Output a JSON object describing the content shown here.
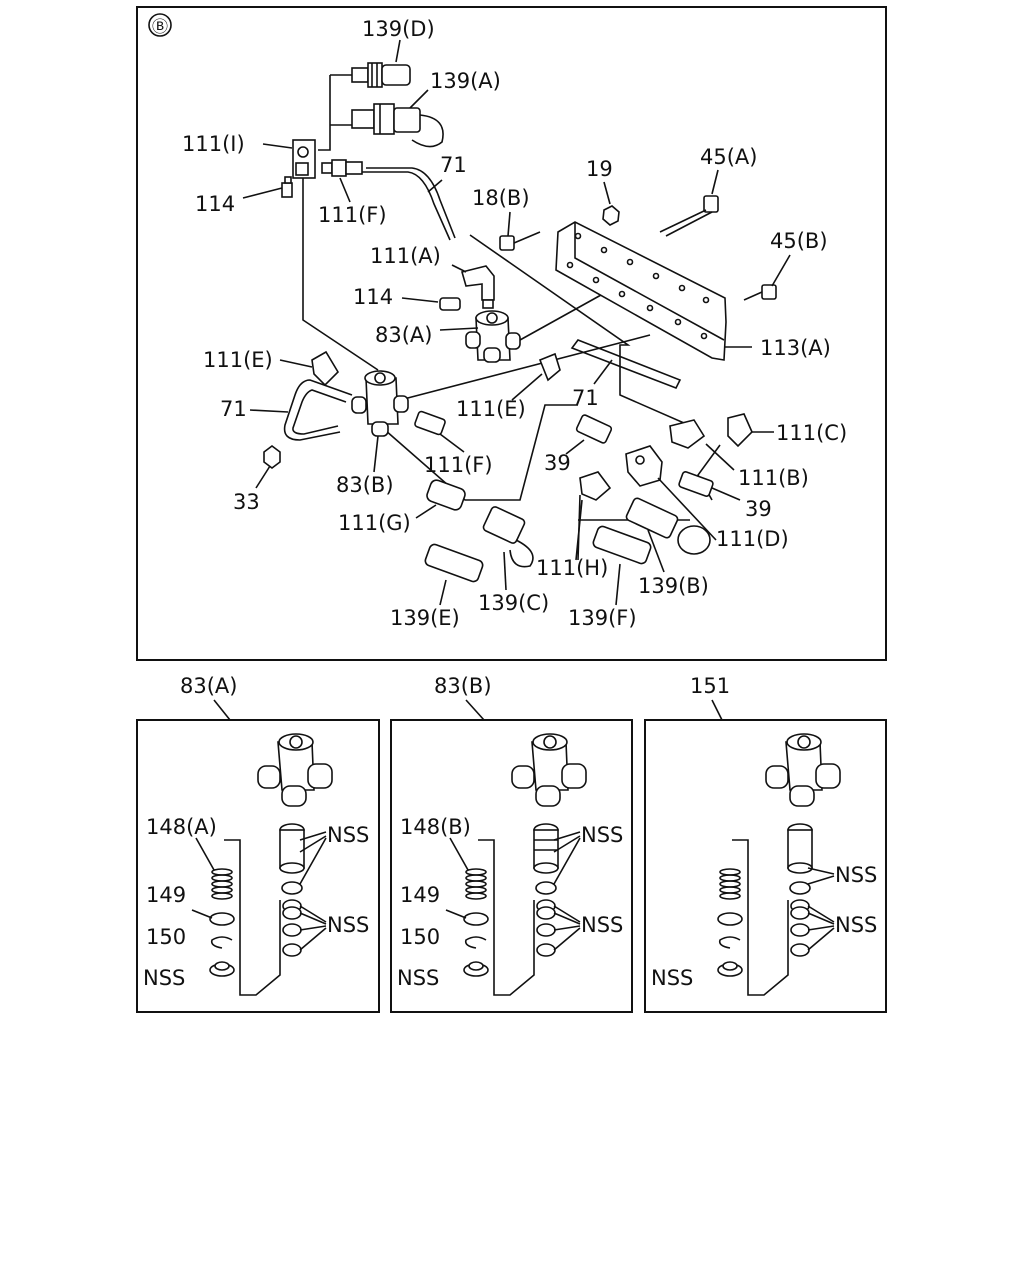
{
  "section_marker": "Ⓑ",
  "main": {
    "labels": {
      "139D": "139(D)",
      "139A": "139(A)",
      "111I": "111(I)",
      "114a": "114",
      "111Fa": "111(F)",
      "71a": "71",
      "19": "19",
      "45A": "45(A)",
      "18B": "18(B)",
      "111A": "111(A)",
      "45B": "45(B)",
      "114b": "114",
      "83A": "83(A)",
      "113A": "113(A)",
      "111Ea": "111(E)",
      "111Eb": "111(E)",
      "71b": "71",
      "71c": "71",
      "111C": "111(C)",
      "111Fb": "111(F)",
      "39a": "39",
      "111B": "111(B)",
      "33": "33",
      "83B": "83(B)",
      "39b": "39",
      "111G": "111(G)",
      "111D": "111(D)",
      "111H": "111(H)",
      "139B": "139(B)",
      "139C": "139(C)",
      "139E": "139(E)",
      "139F": "139(F)"
    }
  },
  "sub_panels": [
    {
      "title": "83(A)",
      "spring": "148(A)",
      "washer": "149",
      "ring": "150",
      "cap": "NSS",
      "nss1": "NSS",
      "nss2": "NSS"
    },
    {
      "title": "83(B)",
      "spring": "148(B)",
      "washer": "149",
      "ring": "150",
      "cap": "NSS",
      "nss1": "NSS",
      "nss2": "NSS"
    },
    {
      "title": "151",
      "cap": "NSS",
      "nss1": "NSS",
      "nss2": "NSS"
    }
  ]
}
